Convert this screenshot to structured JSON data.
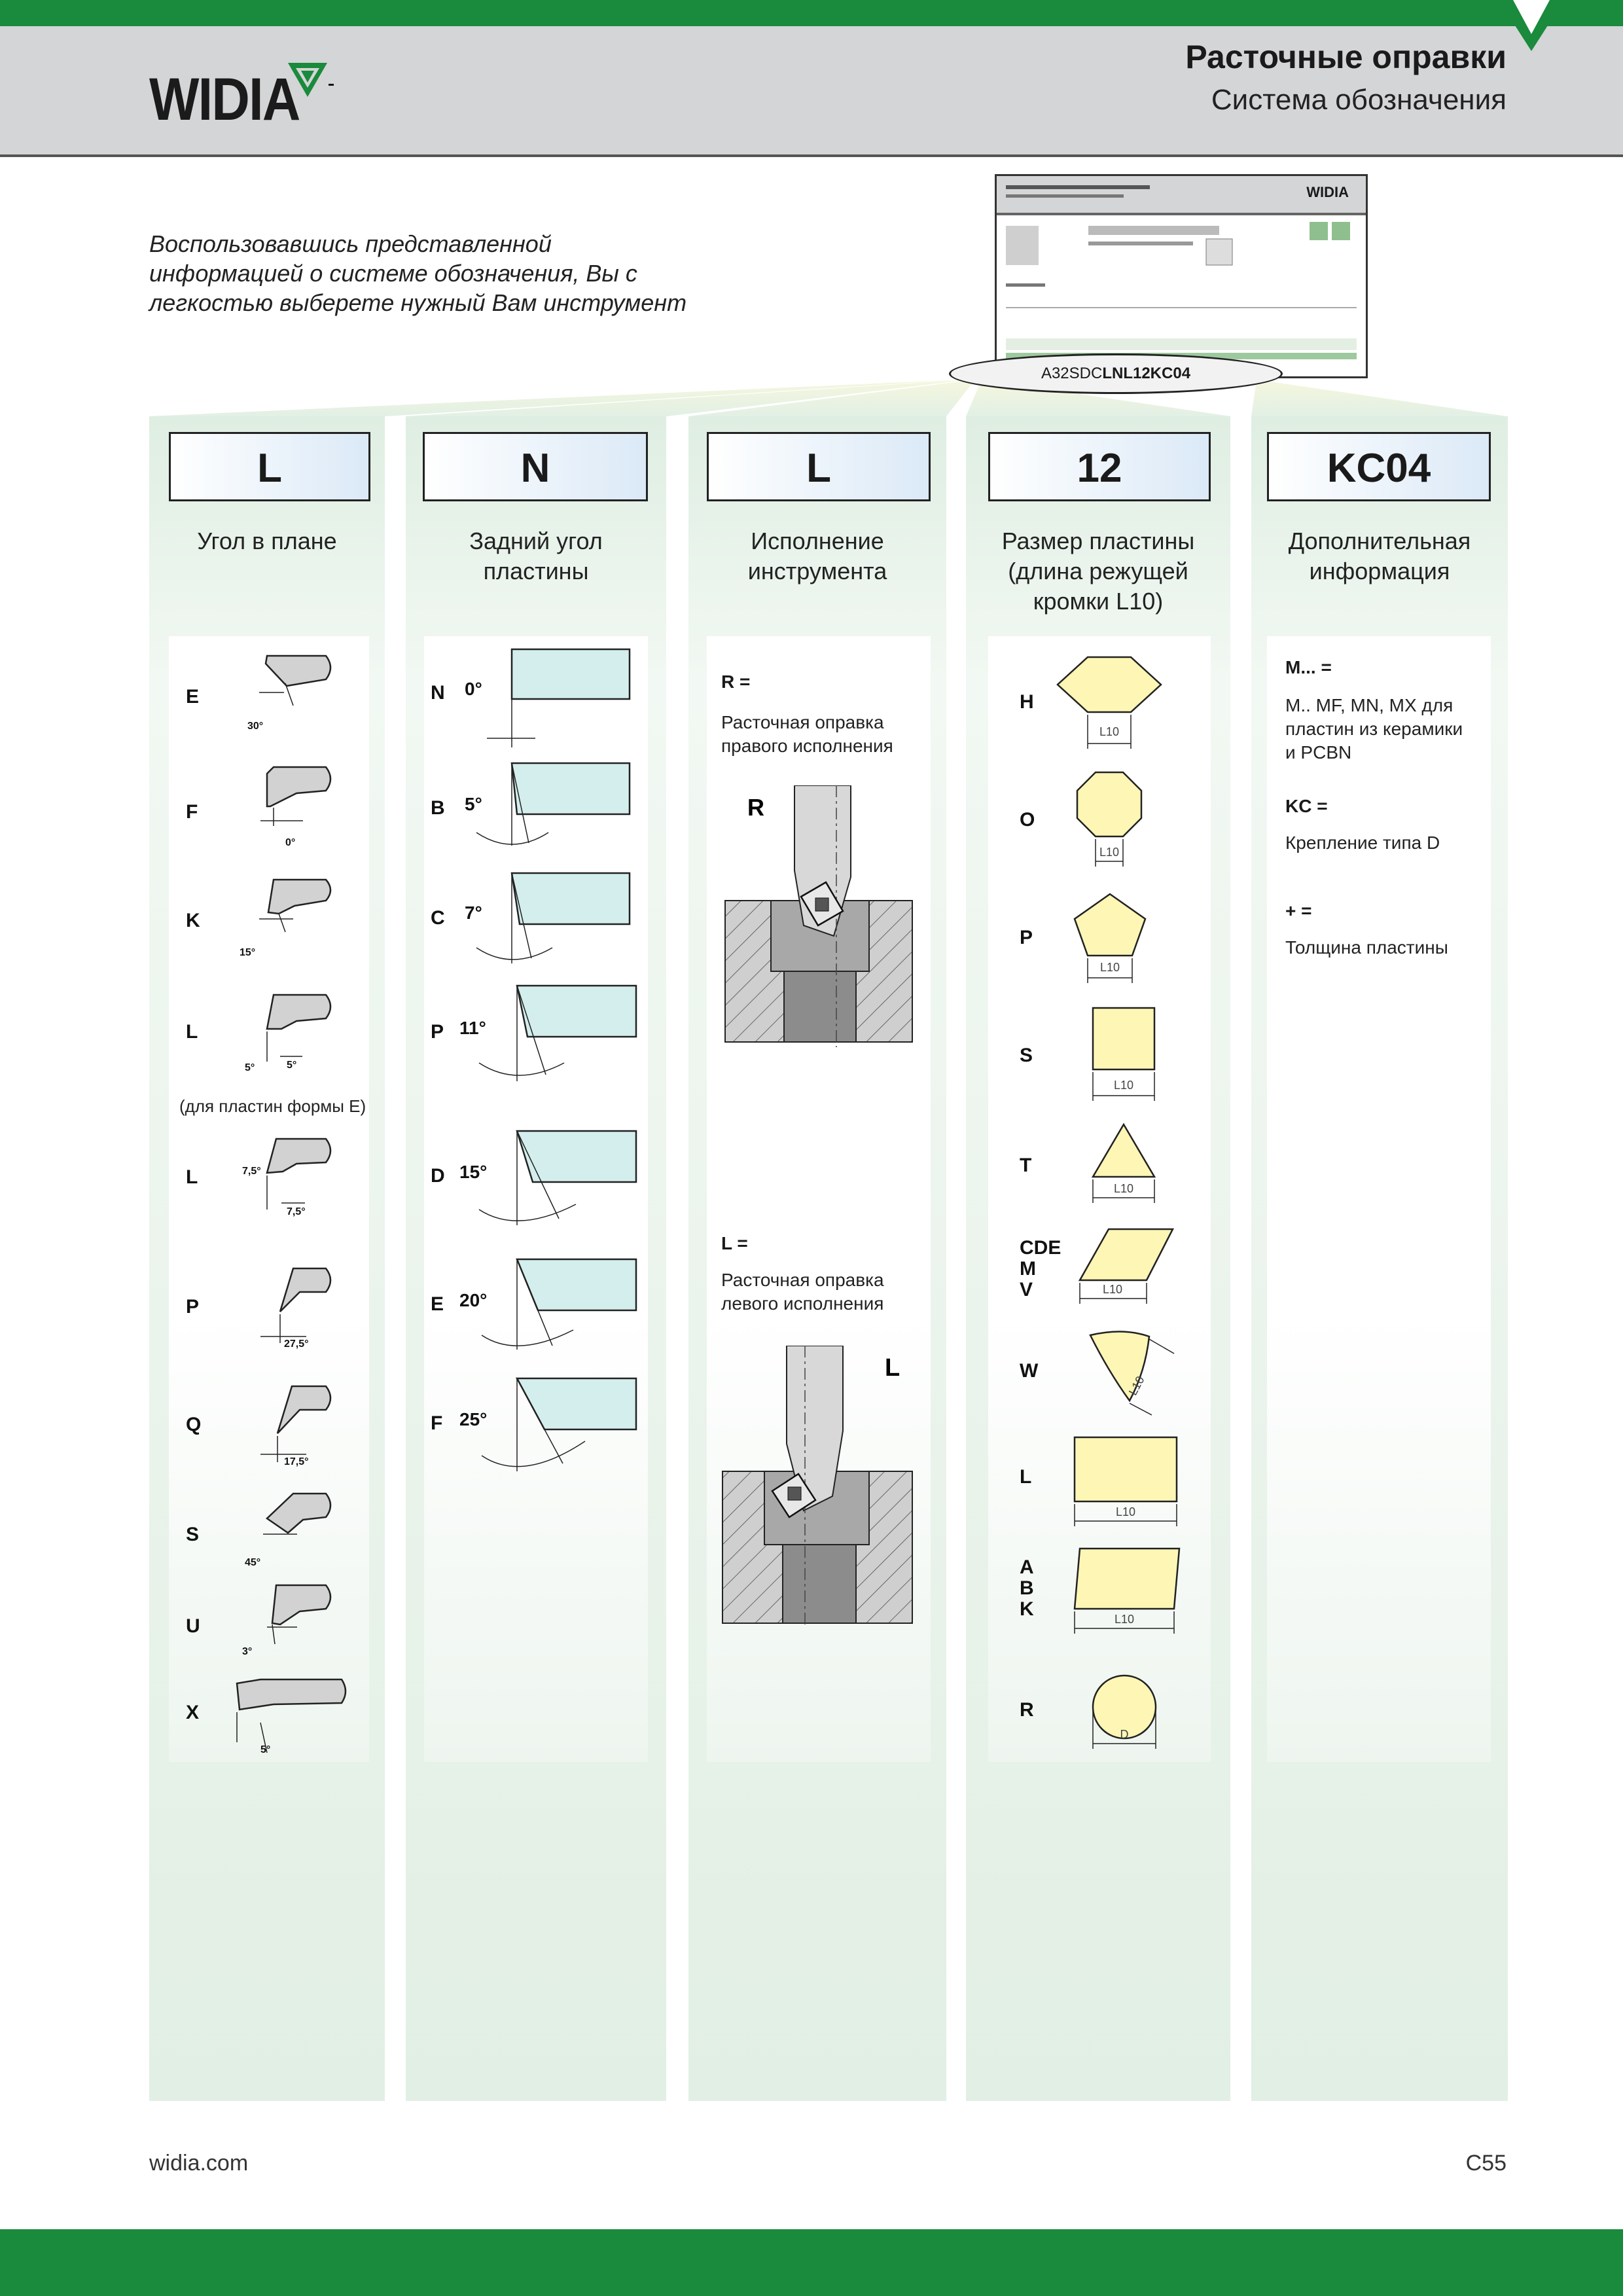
{
  "header": {
    "logo": "WIDIA",
    "title": "Расточные оправки",
    "subtitle": "Система обозначения"
  },
  "intro": {
    "line1": "Воспользовавшись представленной",
    "line2": "информацией о системе обозначения, Вы с",
    "line3": "легкостью выберете нужный Вам инструмент"
  },
  "thumbnail": {
    "logo": "WIDIA",
    "code_prefix": "A32SDC",
    "code_bold": "LNL12KC04"
  },
  "columns": [
    {
      "code": "L",
      "title1": "Угол в плане",
      "title2": "",
      "title3": ""
    },
    {
      "code": "N",
      "title1": "Задний угол",
      "title2": "пластины",
      "title3": ""
    },
    {
      "code": "L",
      "title1": "Исполнение",
      "title2": "инструмента",
      "title3": ""
    },
    {
      "code": "12",
      "title1": "Размер пластины",
      "title2": "(длина режущей",
      "title3": "кромки L10)"
    },
    {
      "code": "KC04",
      "title1": "Дополнительная",
      "title2": "информация",
      "title3": ""
    }
  ],
  "approach_angles": {
    "items": [
      {
        "letter": "E",
        "angle": "30°"
      },
      {
        "letter": "F",
        "angle": "0°"
      },
      {
        "letter": "K",
        "angle": "15°"
      },
      {
        "letter": "L",
        "angle": "5°",
        "angle2": "5°"
      },
      {
        "letter": "L",
        "angle": "7,5°",
        "angle2": "7,5°"
      },
      {
        "letter": "P",
        "angle": "27,5°"
      },
      {
        "letter": "Q",
        "angle": "17,5°"
      },
      {
        "letter": "S",
        "angle": "45°"
      },
      {
        "letter": "U",
        "angle": "3°"
      },
      {
        "letter": "X",
        "angle": "5°"
      }
    ],
    "note": "(для пластин формы E)"
  },
  "clearance_angles": {
    "items": [
      {
        "letter": "N",
        "angle": "0°"
      },
      {
        "letter": "B",
        "angle": "5°"
      },
      {
        "letter": "C",
        "angle": "7°"
      },
      {
        "letter": "P",
        "angle": "11°"
      },
      {
        "letter": "D",
        "angle": "15°"
      },
      {
        "letter": "E",
        "angle": "20°"
      },
      {
        "letter": "F",
        "angle": "25°"
      }
    ]
  },
  "hand": {
    "right_eq": "R =",
    "right_desc1": "Расточная оправка",
    "right_desc2": "правого исполнения",
    "right_mark": "R",
    "left_eq": "L =",
    "left_desc1": "Расточная оправка",
    "left_desc2": "левого исполнения",
    "left_mark": "L"
  },
  "insert_sizes": {
    "items": [
      {
        "letters": [
          "H"
        ],
        "shape": "hexagon",
        "dim": "L10"
      },
      {
        "letters": [
          "O"
        ],
        "shape": "octagon",
        "dim": "L10"
      },
      {
        "letters": [
          "P"
        ],
        "shape": "pentagon",
        "dim": "L10"
      },
      {
        "letters": [
          "S"
        ],
        "shape": "square",
        "dim": "L10"
      },
      {
        "letters": [
          "T"
        ],
        "shape": "triangle",
        "dim": "L10"
      },
      {
        "letters": [
          "CDE",
          "M",
          "V"
        ],
        "shape": "rhombus",
        "dim": "L10"
      },
      {
        "letters": [
          "W"
        ],
        "shape": "trigon",
        "dim": "L10"
      },
      {
        "letters": [
          "L"
        ],
        "shape": "rectangle",
        "dim": "L10"
      },
      {
        "letters": [
          "A",
          "B",
          "K"
        ],
        "shape": "parallelogram",
        "dim": "L10"
      },
      {
        "letters": [
          "R"
        ],
        "shape": "round",
        "dim": "D"
      }
    ],
    "fill_color": "#fdf6b5"
  },
  "additional": {
    "m_eq": "M... =",
    "m_desc1": "M.. MF, MN, MX для",
    "m_desc2": "пластин из керамики",
    "m_desc3": "и PCBN",
    "kc_eq": "KC =",
    "kc_desc": "Крепление типа D",
    "plus_eq": "+ =",
    "plus_desc": "Толщина пластины"
  },
  "footer": {
    "url": "widia.com",
    "page": "C55"
  },
  "colors": {
    "brand_green": "#1a8a3c",
    "header_gray": "#d4d5d6",
    "column_bg": "#e2efe4",
    "insert_fill": "#fdf6b5",
    "clearance_fill": "#d3eeed"
  }
}
